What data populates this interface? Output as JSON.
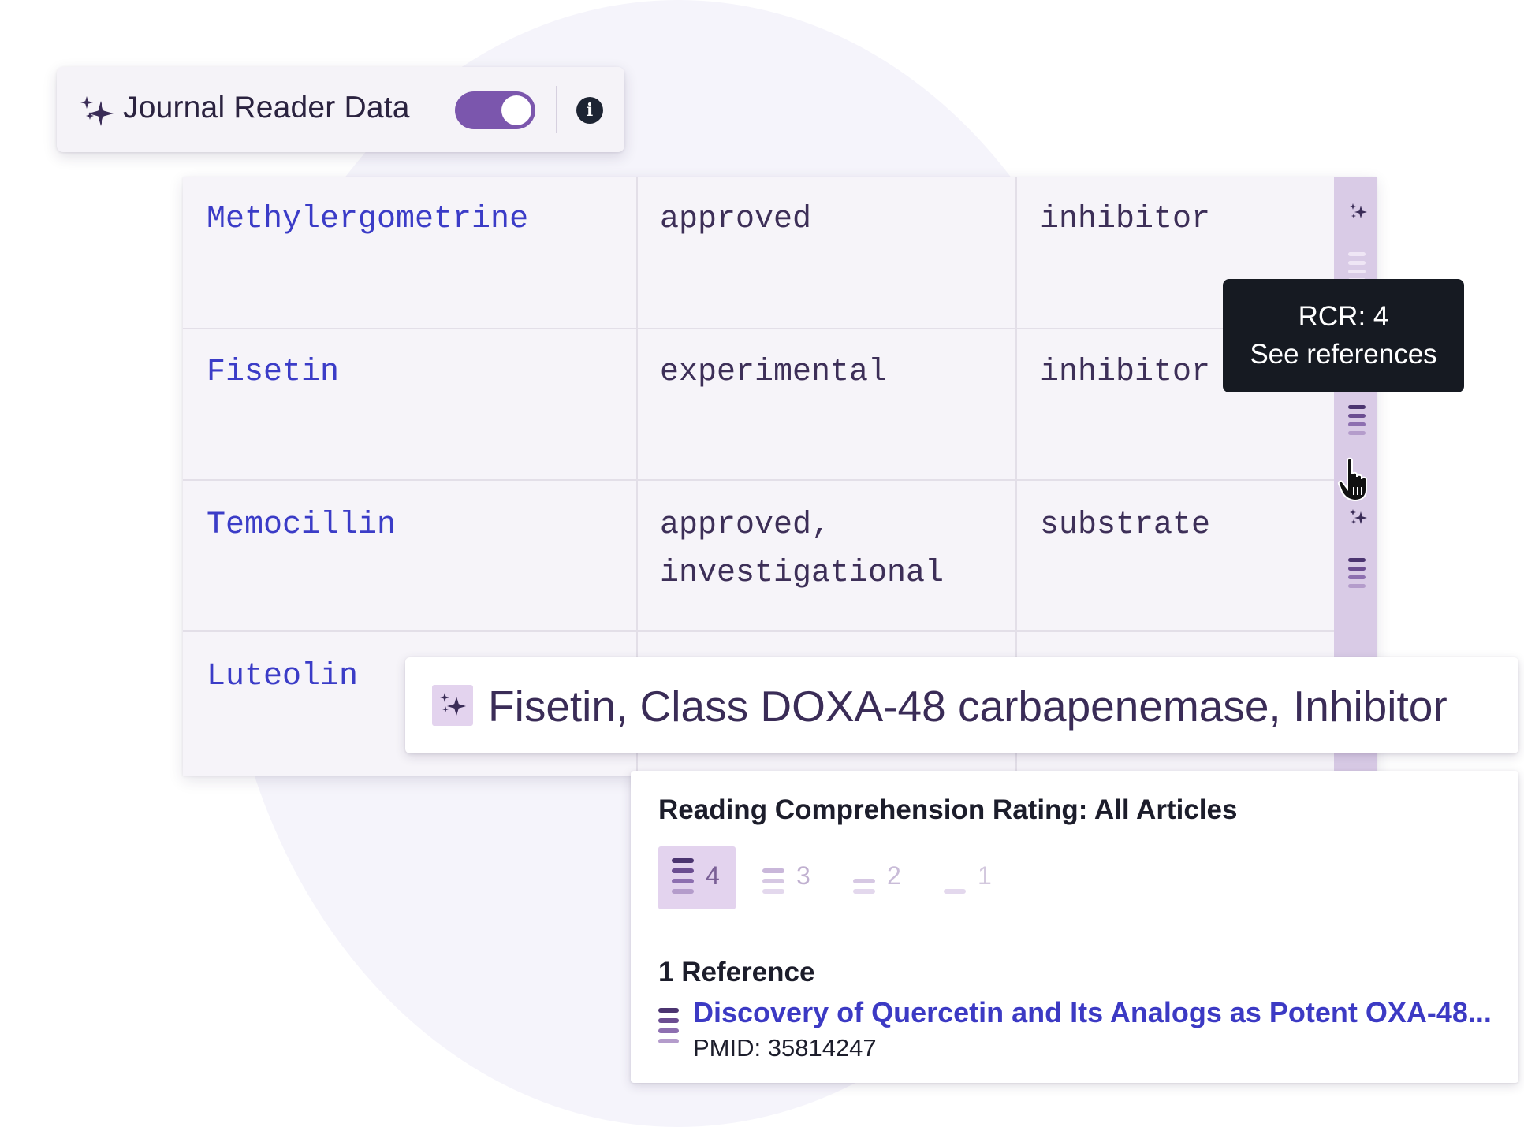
{
  "header": {
    "title": "Journal Reader Data",
    "toggle_on": true,
    "sparkle_icon": "sparkle-icon",
    "info_icon": "info-icon",
    "info_glyph": "i"
  },
  "table": {
    "rows": [
      {
        "drug": "Methylergometrine",
        "status": [
          "approved"
        ],
        "action": "inhibitor"
      },
      {
        "drug": "Fisetin",
        "status": [
          "experimental"
        ],
        "action": "inhibitor"
      },
      {
        "drug": "Temocillin",
        "status": [
          "approved,",
          "investigational"
        ],
        "action": "substrate"
      },
      {
        "drug": "Luteolin",
        "status": [],
        "action": ""
      }
    ]
  },
  "tooltip": {
    "line1": "RCR: 4",
    "line2": "See references"
  },
  "detail_title": "Fisetin, Class DOXA-48 carbapenemase, Inhibitor",
  "panel": {
    "heading": "Reading Comprehension Rating: All Articles",
    "ratings": [
      {
        "value": "4",
        "selected": true
      },
      {
        "value": "3",
        "selected": false
      },
      {
        "value": "2",
        "selected": false
      },
      {
        "value": "1",
        "selected": false
      }
    ],
    "ref_count": "1 Reference",
    "reference": {
      "title": "Discovery of Quercetin and Its Analogs as Potent OXA-48...",
      "pmid": "PMID: 35814247"
    }
  },
  "colors": {
    "accent": "#7b56ad",
    "link": "#3c3ac4",
    "drug_text": "#3b3cc7",
    "tooltip_bg": "#161a22",
    "strip": "#d9cbe6"
  }
}
